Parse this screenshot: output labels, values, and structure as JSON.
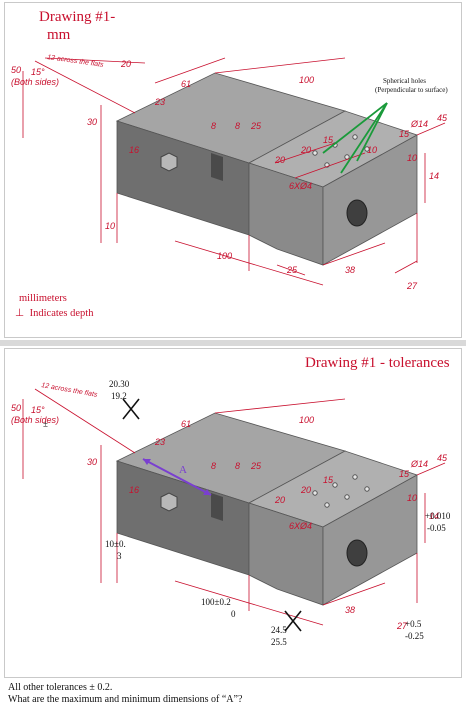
{
  "top_panel": {
    "title": "Drawing #1-",
    "title_unit": "mm",
    "legend_units": "millimeters",
    "legend_depth": "Indicates depth",
    "note_spherical": "Spherical holes",
    "note_perpendicular": "(Perpendicular to surface)",
    "dims": {
      "d50": "50",
      "d15deg": "15°",
      "both_sides": "(Both sides)",
      "across_flats": "12 across the flats",
      "d20": "20",
      "d30": "30",
      "d23": "23",
      "d61": "61",
      "d100_top": "100",
      "d25": "25",
      "d8a": "8",
      "d8b": "8",
      "d16": "16",
      "d10": "10",
      "d100_bottom": "100",
      "d25_bottom": "25",
      "d38": "38",
      "d27": "27",
      "d15_right": "15",
      "d10_right": "10",
      "d14": "14",
      "dia14": "Ø14",
      "depth45": "45",
      "holes20a": "20",
      "holes20b": "20",
      "holes15": "15",
      "holes10": "10",
      "holes_spec": "6XØ4"
    }
  },
  "bottom_panel": {
    "title": "Drawing #1 - tolerances",
    "tol_top_a": "20.30",
    "tol_top_b": "19.2",
    "tol_15": "±",
    "tol_10a": "10±0.",
    "tol_10b": "3",
    "tol_100a": "100±0.2",
    "tol_100b": "0",
    "tol_24": "24.5",
    "tol_25": "25.5",
    "tol_05a": "+0.5",
    "tol_05b": "-0.25",
    "tol_14a": "+0.010",
    "tol_14b": "-0.05",
    "label_A": "A",
    "dims": {
      "d50": "50",
      "d15deg": "15°",
      "both_sides": "(Both sides)",
      "across_flats": "12 across the flats",
      "d30": "30",
      "d23": "23",
      "d61": "61",
      "d100_top": "100",
      "d25": "25",
      "d8a": "8",
      "d8b": "8",
      "d16": "16",
      "d38": "38",
      "d27": "27",
      "d15_right": "15",
      "d10_right": "10",
      "d14": "14",
      "dia14": "Ø14",
      "depth45": "45",
      "holes20a": "20",
      "holes20b": "20",
      "holes15": "15",
      "holes_spec": "6XØ4"
    }
  },
  "footer": {
    "line1": "All other tolerances ± 0.2.",
    "line2": "What are the maximum and minimum dimensions of “A”?"
  },
  "colors": {
    "dimension_red": "#c8102e",
    "part_dark": "#6e6e6e",
    "part_mid": "#8c8c8c",
    "part_light": "#a9a9a9",
    "arrow_green": "#1a9a3a",
    "arrow_purple": "#7a3fd0"
  }
}
